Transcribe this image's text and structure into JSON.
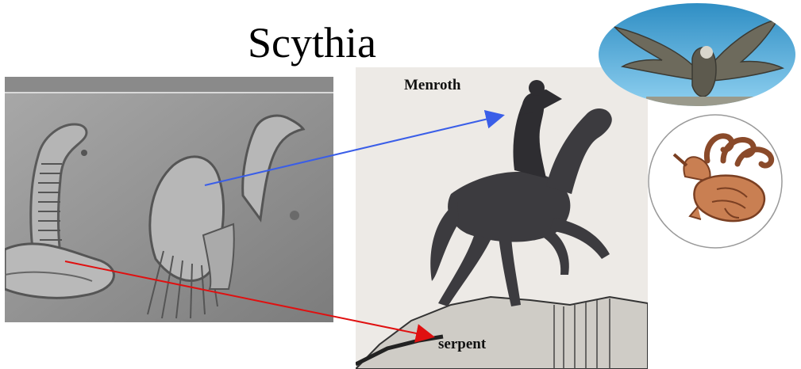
{
  "title": "Scythia",
  "labels": {
    "menroth": "Menroth",
    "serpent": "serpent"
  },
  "colors": {
    "blue_arrow": "#3a5ee8",
    "red_arrow": "#e01010"
  }
}
